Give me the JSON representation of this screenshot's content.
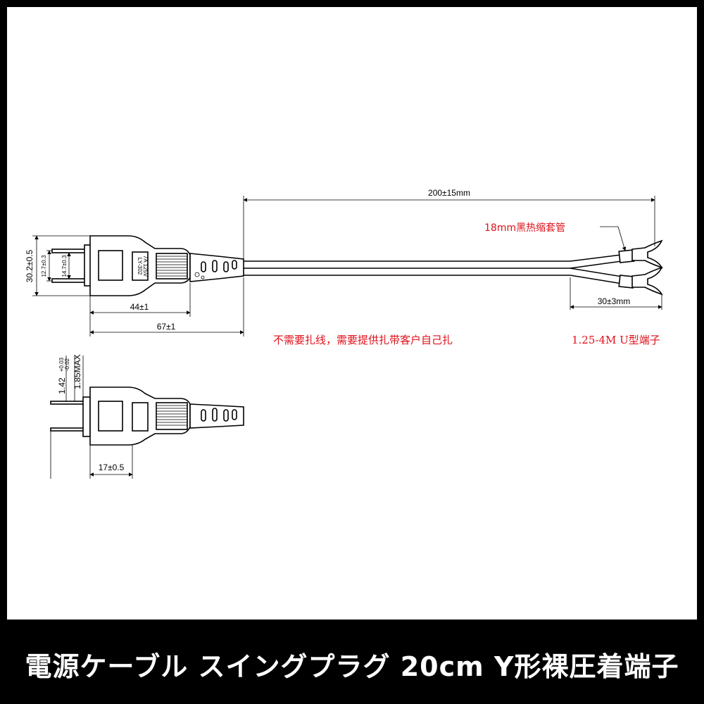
{
  "banner": {
    "title": "電源ケーブル スイングプラグ 20cm Y形裸圧着端子"
  },
  "drawing": {
    "plug_top": {
      "label_model": "LY-302",
      "label_rating": "7A 125V",
      "dim_height": "30.2±0.5",
      "dim_pin_span": "12.7±0.3",
      "dim_pin_span2": "14.7±0.3",
      "dim_body": "44±1",
      "dim_total": "67±1"
    },
    "plug_side": {
      "dim_pin_thickness": "1.42",
      "dim_pin_tol_plus": "+0.03",
      "dim_pin_tol_minus": "-0.02",
      "dim_pin_max": "1.85MAX",
      "dim_width": "17±0.5"
    },
    "cable": {
      "dim_length": "200±15mm",
      "dim_split": "30±3mm",
      "note_heatshrink": "18mm黑热缩套管",
      "note_tie": "不需要扎线，需要提供扎带客户自己扎",
      "note_terminal": "1.25-4M U型端子"
    }
  },
  "colors": {
    "background": "#000000",
    "sheet": "#ffffff",
    "note_red": "#e0101a"
  }
}
